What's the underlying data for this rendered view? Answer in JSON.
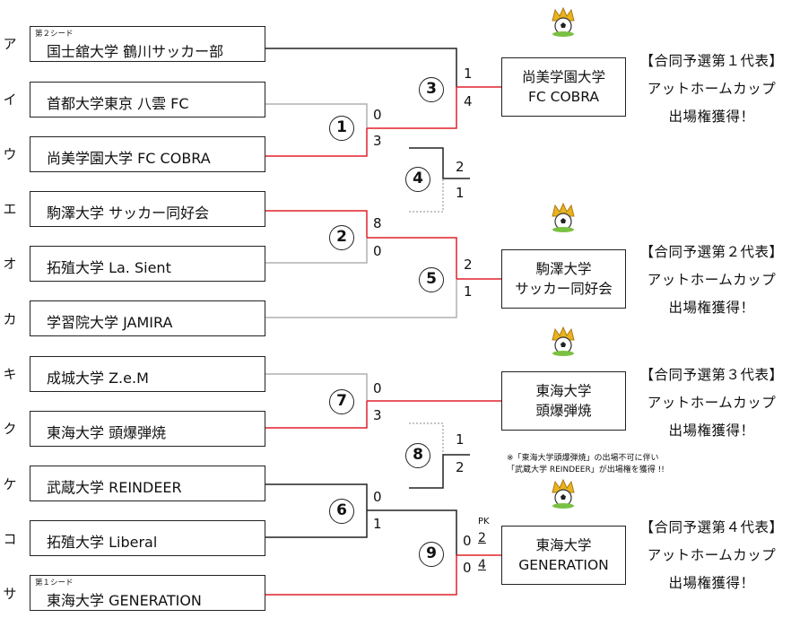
{
  "rows": [
    {
      "label": "ア",
      "team": "国士舘大学 鶴川サッカー部",
      "seed": "第２シード"
    },
    {
      "label": "イ",
      "team": "首都大学東京 八雲 FC",
      "seed": ""
    },
    {
      "label": "ウ",
      "team": "尚美学園大学 FC COBRA",
      "seed": ""
    },
    {
      "label": "エ",
      "team": "駒澤大学 サッカー同好会",
      "seed": ""
    },
    {
      "label": "オ",
      "team": "拓殖大学 La. Sient",
      "seed": ""
    },
    {
      "label": "カ",
      "team": "学習院大学 JAMIRA",
      "seed": ""
    },
    {
      "label": "キ",
      "team": "成城大学 Z.e.M",
      "seed": ""
    },
    {
      "label": "ク",
      "team": "東海大学 頭爆弾焼",
      "seed": ""
    },
    {
      "label": "ケ",
      "team": "武蔵大学 REINDEER",
      "seed": ""
    },
    {
      "label": "コ",
      "team": "拓殖大学 Liberal",
      "seed": ""
    },
    {
      "label": "サ",
      "team": "東海大学 GENERATION",
      "seed": "第１シード"
    }
  ],
  "matches": [
    {
      "no": "1",
      "scores": [
        "0",
        "3"
      ]
    },
    {
      "no": "2",
      "scores": [
        "8",
        "0"
      ]
    },
    {
      "no": "3",
      "scores": [
        "1",
        "4"
      ]
    },
    {
      "no": "4",
      "scores": [
        "2",
        "1"
      ]
    },
    {
      "no": "5",
      "scores": [
        "2",
        "1"
      ]
    },
    {
      "no": "6",
      "scores": [
        "0",
        "1"
      ]
    },
    {
      "no": "7",
      "scores": [
        "0",
        "3"
      ]
    },
    {
      "no": "8",
      "scores": [
        "1",
        "2"
      ]
    },
    {
      "no": "9",
      "scores": [
        "0",
        "0"
      ],
      "pk_label": "PK",
      "pk": [
        "2",
        "4"
      ]
    }
  ],
  "winners": [
    {
      "line1": "尚美学園大学",
      "line2": "FC COBRA",
      "qual": [
        "【合同予選第１代表】",
        "アットホームカップ",
        "出場権獲得！"
      ]
    },
    {
      "line1": "駒澤大学",
      "line2": "サッカー同好会",
      "qual": [
        "【合同予選第２代表】",
        "アットホームカップ",
        "出場権獲得！"
      ]
    },
    {
      "line1": "東海大学",
      "line2": "頭爆弾焼",
      "qual": [
        "【合同予選第３代表】",
        "アットホームカップ",
        "出場権獲得！"
      ]
    },
    {
      "line1": "東海大学",
      "line2": "GENERATION",
      "qual": [
        "【合同予選第４代表】",
        "アットホームカップ",
        "出場権獲得！"
      ]
    }
  ],
  "note": [
    "※「東海大学頭爆弾焼」の出場不可に伴い",
    "「武蔵大学 REINDEER」が出場権を獲得 !!"
  ],
  "colors": {
    "winner_line": "#e0202a",
    "loser_line": "#b0b0b0",
    "line": "#222222"
  },
  "icons": [
    "crown-soccer-ball-icon"
  ]
}
